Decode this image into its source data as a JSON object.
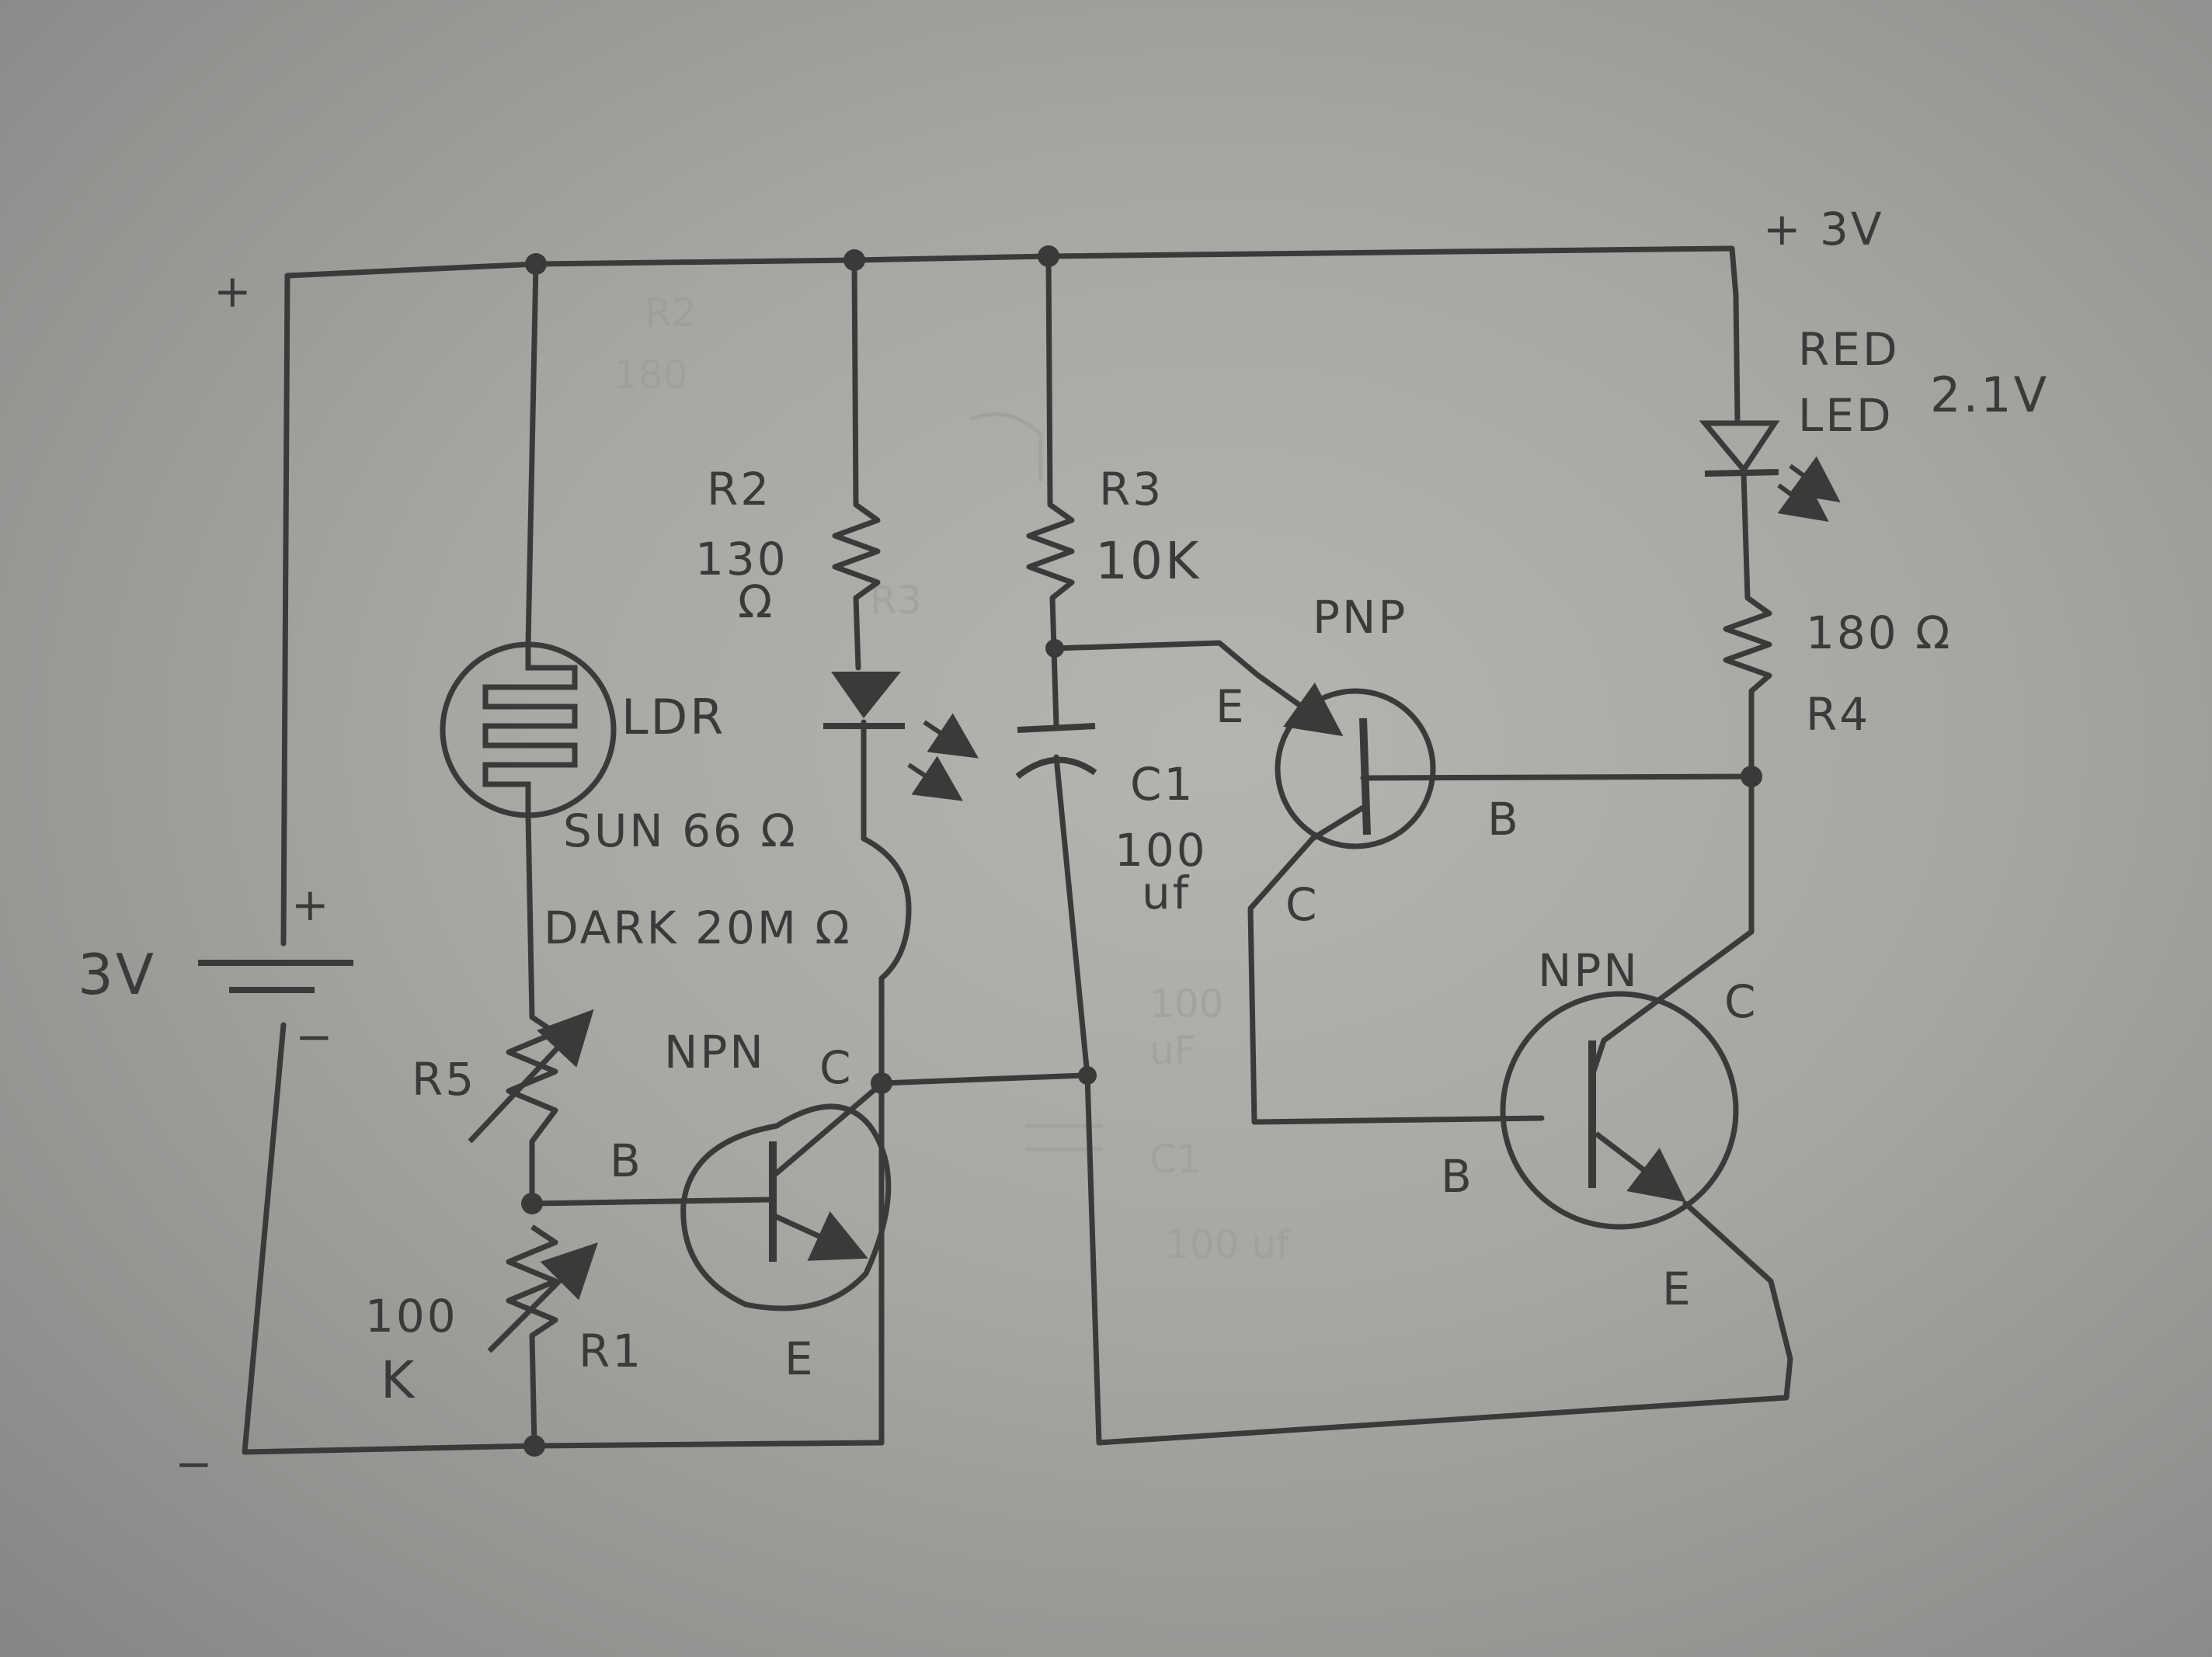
{
  "colors": {
    "ink": "#3a3a3a",
    "paper": "#a8a8a4",
    "ghost": "#9a9a96"
  },
  "labels": {
    "plus_top_left": "+",
    "minus_bottom_left": "−",
    "battery_plus": "+",
    "battery_minus": "−",
    "battery_voltage": "3V",
    "plus_3v": "+ 3V",
    "r2_name": "R2",
    "r2_value": "130",
    "r2_unit": "Ω",
    "r3_name": "R3",
    "r3_value": "10K",
    "ldr": "LDR",
    "ldr_sun": "SUN 66 Ω",
    "ldr_dark": "DARK 20M Ω",
    "c1_name": "C1",
    "c1_value_a": "100",
    "c1_value_b": "uf",
    "r5": "R5",
    "r1": "R1",
    "r1_value_a": "100",
    "r1_value_b": "K",
    "npn1": "NPN",
    "npn1_c": "C",
    "npn1_b": "B",
    "npn1_e": "E",
    "pnp": "PNP",
    "pnp_e": "E",
    "pnp_b": "B",
    "pnp_c": "C",
    "npn2": "NPN",
    "npn2_c": "C",
    "npn2_b": "B",
    "npn2_e": "E",
    "led_a": "RED",
    "led_b": "LED",
    "led_voltage": "2.1V",
    "r4_value": "180 Ω",
    "r4_name": "R4"
  },
  "ghost_labels": {
    "g_r2": "R2",
    "g_180": "180",
    "g_r3": "R3",
    "g_100uf_a": "100",
    "g_100uf_b": "uF",
    "g_c1": "C1",
    "g_100uf_c": "100 uf"
  }
}
